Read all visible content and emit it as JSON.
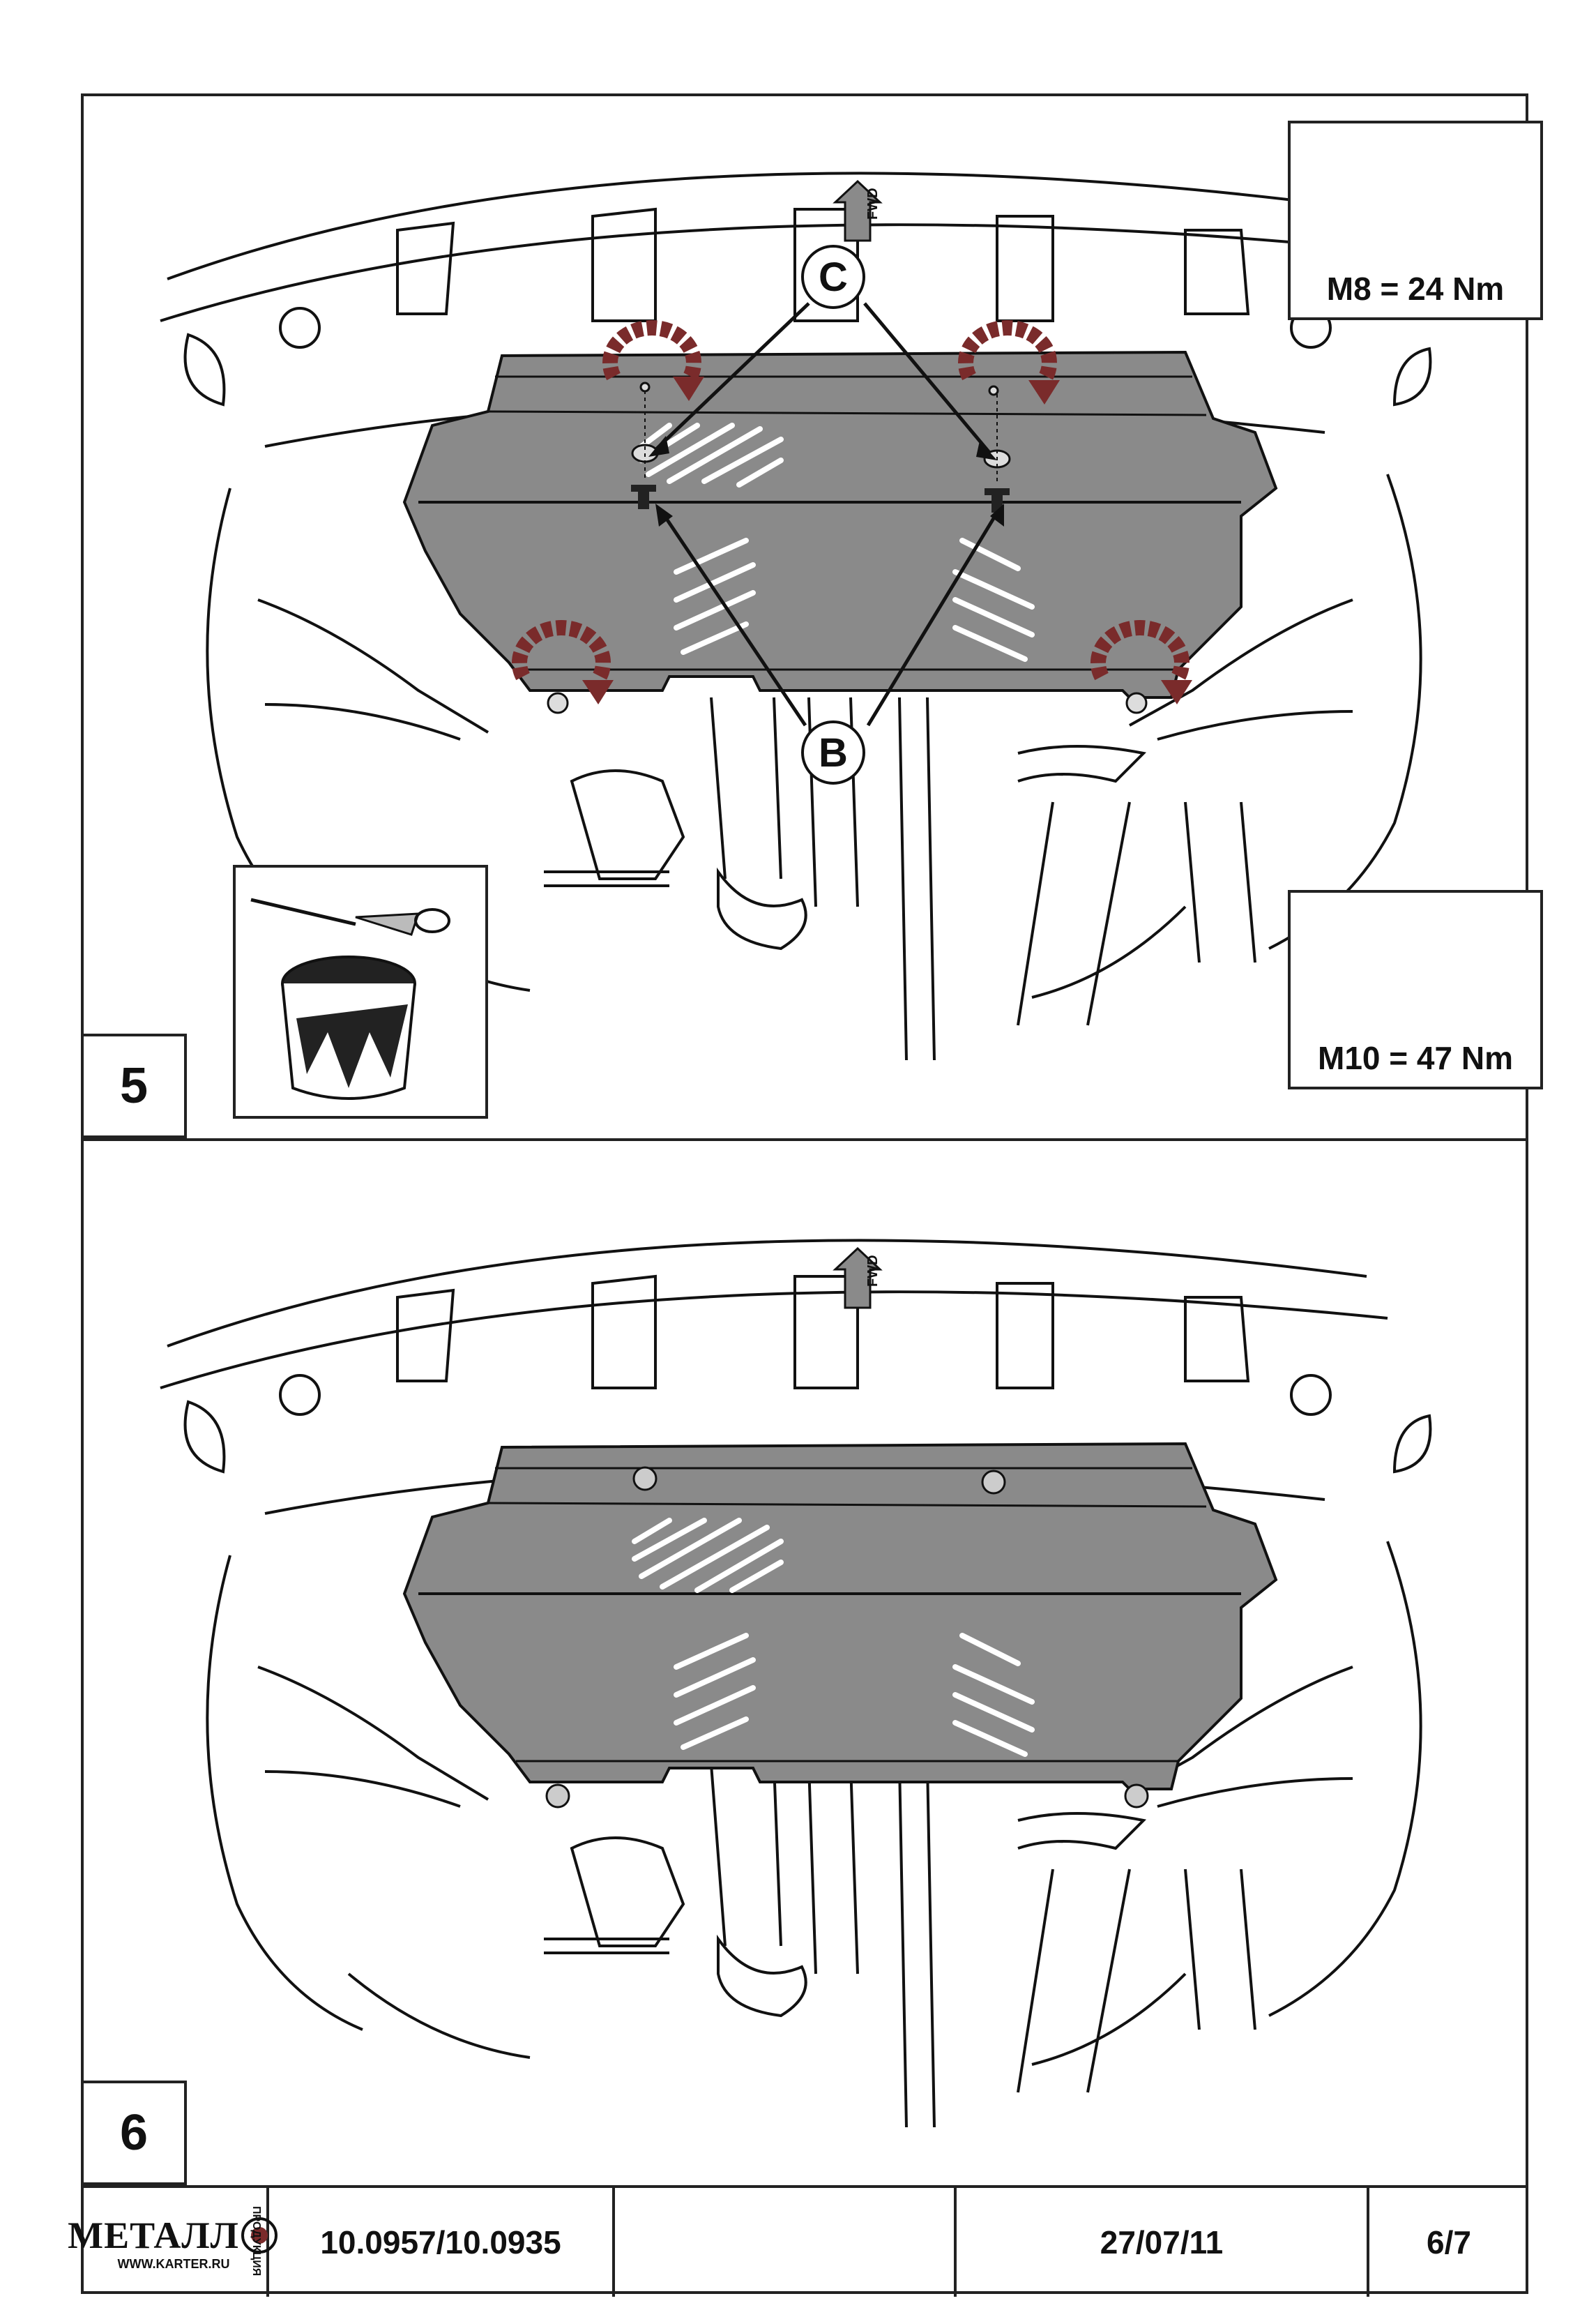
{
  "steps": [
    {
      "number": "5"
    },
    {
      "number": "6"
    }
  ],
  "callouts": {
    "c": "C",
    "b": "B"
  },
  "fwd_label": "FWD",
  "torque": [
    {
      "label": "M8 = 24 Nm"
    },
    {
      "label": "M10 = 47 Nm"
    }
  ],
  "footer": {
    "logo_text": "МЕТАЛЛ",
    "logo_side": "ПРОДУКЦИЯ",
    "logo_url": "WWW.KARTER.RU",
    "part_number": "10.0957/10.0935",
    "blank": "",
    "date": "27/07/11",
    "page": "6/7"
  },
  "colors": {
    "plate": "#8a8a8a",
    "plate_dark": "#6e6e6e",
    "rotation_arrow": "#7a2b2b",
    "line": "#111111"
  }
}
